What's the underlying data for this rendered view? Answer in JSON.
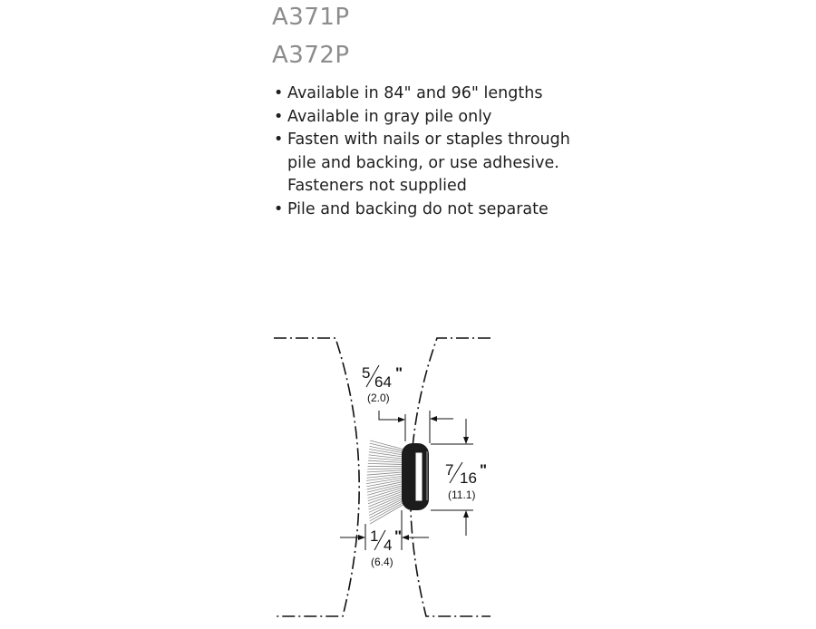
{
  "models": [
    "A371P",
    "A372P"
  ],
  "features": [
    "Available in 84\" and 96\" lengths",
    "Available in gray pile only",
    "Fasten with nails or staples through pile and backing, or use adhesive. Fasteners not supplied",
    "Pile and backing do not separate"
  ],
  "diagram": {
    "gap": {
      "num": "5",
      "den": "64",
      "inch": "\"",
      "metric": "(2.0)"
    },
    "height": {
      "num": "7",
      "den": "16",
      "inch": "\"",
      "metric": "(11.1)"
    },
    "width": {
      "num": "1",
      "den": "4",
      "inch": "\"",
      "metric": "(6.4)"
    }
  }
}
